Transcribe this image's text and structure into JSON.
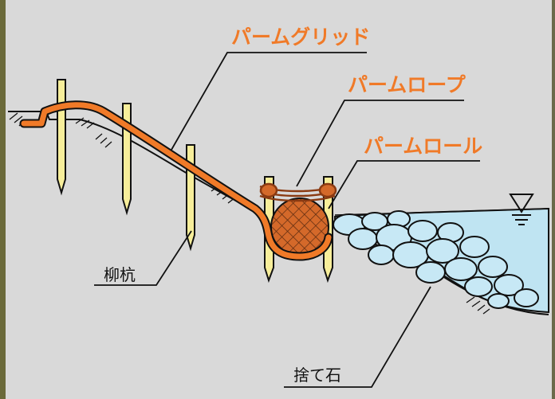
{
  "labels": {
    "grid": "パームグリッド",
    "rope": "パームロープ",
    "roll": "パームロール",
    "stake": "柳杭",
    "stone": "捨て石"
  },
  "colors": {
    "background": "#d9d9d9",
    "accent": "#f07a28",
    "water": "#bfe4f2",
    "stake_fill": "#f7ee9a",
    "roll_fill": "#d4692a"
  },
  "icons": {
    "water_level": "water-level-triangle-icon"
  }
}
